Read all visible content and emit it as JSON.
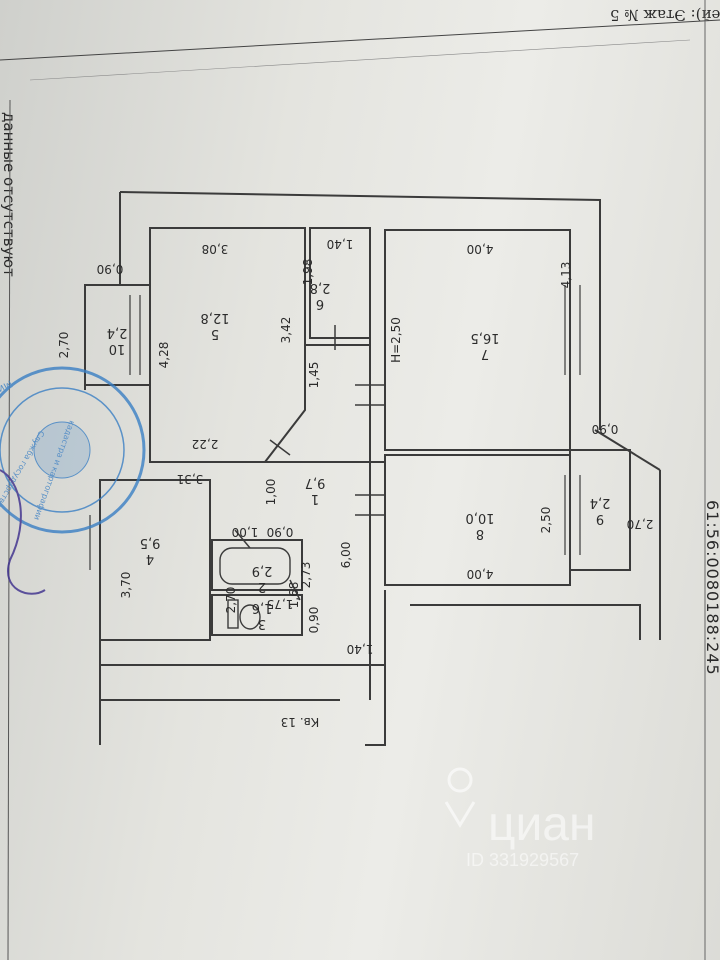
{
  "header": {
    "floor_line": "Этаж № 5",
    "floor_fragment": "ожей):",
    "cadastral": "61:56:0080188:245",
    "missing_data": "данные отсутствуют"
  },
  "stamp": {
    "text_lines": [
      "Министерство экономического",
      "Служба государственной регистрации",
      "кадастра и картографии"
    ],
    "color": "#3a7fc4"
  },
  "rooms": [
    {
      "no": "1",
      "area": "9,7"
    },
    {
      "no": "2",
      "area": "2,9"
    },
    {
      "no": "3",
      "area": "1,6"
    },
    {
      "no": "4",
      "area": "9,5"
    },
    {
      "no": "5",
      "area": "12,8"
    },
    {
      "no": "6",
      "area": "2,8"
    },
    {
      "no": "7",
      "area": "16,5"
    },
    {
      "no": "8",
      "area": "10,0"
    },
    {
      "no": "9",
      "area": "2,4"
    },
    {
      "no": "10",
      "area": "2,4"
    }
  ],
  "dimensions": {
    "d_4_00_top": "4,00",
    "d_4_13": "4,13",
    "d_H": "H=2,50",
    "d_1_40_top": "1,40",
    "d_3_08": "3,08",
    "d_0_90_left": "0,90",
    "d_1_98": "1,98",
    "d_3_42": "3,42",
    "d_1_45": "1,45",
    "d_4_28": "4,28",
    "d_2_70_left": "2,70",
    "d_2_22": "2,22",
    "d_3_31": "3,31",
    "d_1_00_a": "1,00",
    "d_1_00_b": "1,00",
    "d_0_90_mid": "0,90",
    "d_6_00": "6,00",
    "d_0_90_right": "0,90",
    "d_2_50": "2,50",
    "d_2_70_right": "2,70",
    "d_4_00_bottom": "4,00",
    "d_1_68": "1,68",
    "d_1_75": "1,75",
    "d_2_73": "2,73",
    "d_0_90_small": "0,90",
    "d_2_70_bath": "2,70",
    "d_3_70": "3,70",
    "d_1_40_bottom": "1,40",
    "neighbor": "Кв. 13"
  },
  "watermark": {
    "brand": "циан",
    "id": "ID 331929567"
  }
}
